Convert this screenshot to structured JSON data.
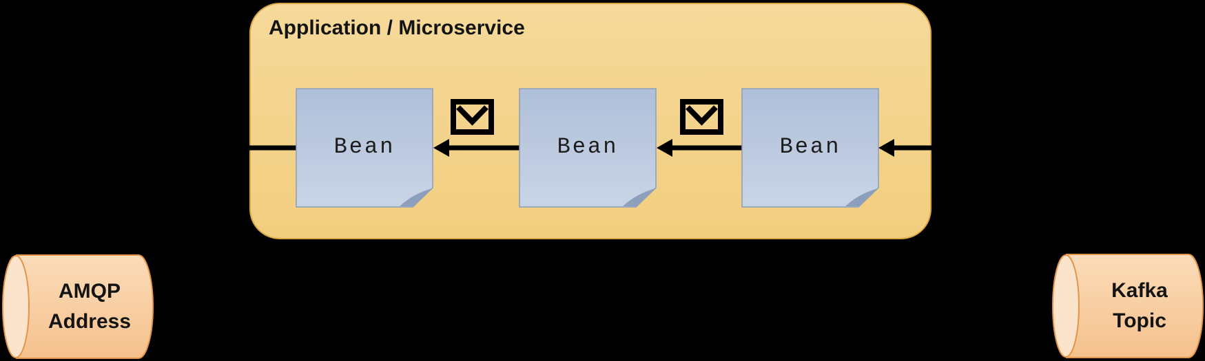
{
  "app": {
    "title": "Application / Microservice",
    "beans": [
      {
        "label": "Bean"
      },
      {
        "label": "Bean"
      },
      {
        "label": "Bean"
      }
    ]
  },
  "endpoints": {
    "kafka": {
      "line1": "Kafka",
      "line2": "Topic",
      "role": "source"
    },
    "amqp": {
      "line1": "AMQP",
      "line2": "Address",
      "role": "destination"
    }
  },
  "flow": {
    "direction": "right-to-left",
    "arrow_segments": 4,
    "message_icons": 2
  },
  "icons": {
    "message": "envelope-icon"
  },
  "colors": {
    "background": "#000000",
    "app_box_fill_top": "#F6DA9B",
    "app_box_fill_bottom": "#F1CD7E",
    "app_box_border": "#DBA647",
    "bean_fill_top": "#AFBFD9",
    "bean_fill_bottom": "#C9D4E6",
    "bean_border": "#8B9DB9",
    "bean_fold": "#8CA0BD",
    "cylinder_fill_top": "#FBDCB9",
    "cylinder_fill_bottom": "#F5C18D",
    "cylinder_cap": "#FBE4CB",
    "cylinder_border": "#E3954B",
    "arrow": "#000000",
    "text": "#141414"
  }
}
